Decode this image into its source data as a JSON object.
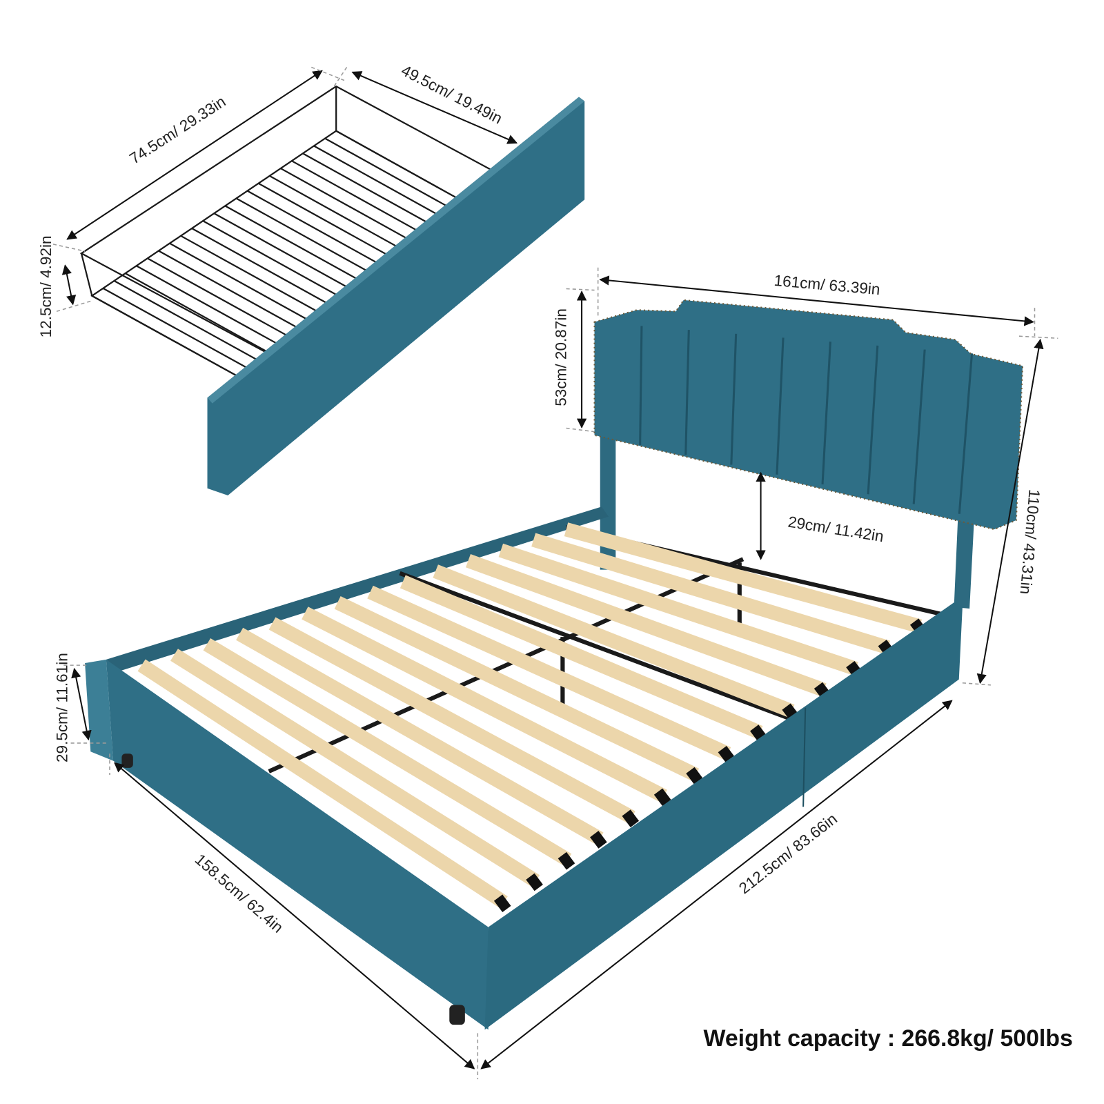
{
  "drawer": {
    "length_label": "74.5cm/ 29.33in",
    "width_label": "49.5cm/ 19.49in",
    "height_label": "12.5cm/ 4.92in"
  },
  "bed": {
    "headboard_width_label": "161cm/ 63.39in",
    "headboard_height_label": "53cm/ 20.87in",
    "headboard_clearance_label": "29cm/ 11.42in",
    "total_height_label": "110cm/ 43.31in",
    "rail_height_label": "29.5cm/ 11.61in",
    "width_label": "158.5cm/ 62.4in",
    "length_label": "212.5cm/ 83.66in"
  },
  "weight_capacity": "Weight capacity : 266.8kg/ 500lbs",
  "colors": {
    "upholstery": "#2f6f86",
    "slat": "#ecd6ab",
    "metal": "#1a1a1a"
  }
}
